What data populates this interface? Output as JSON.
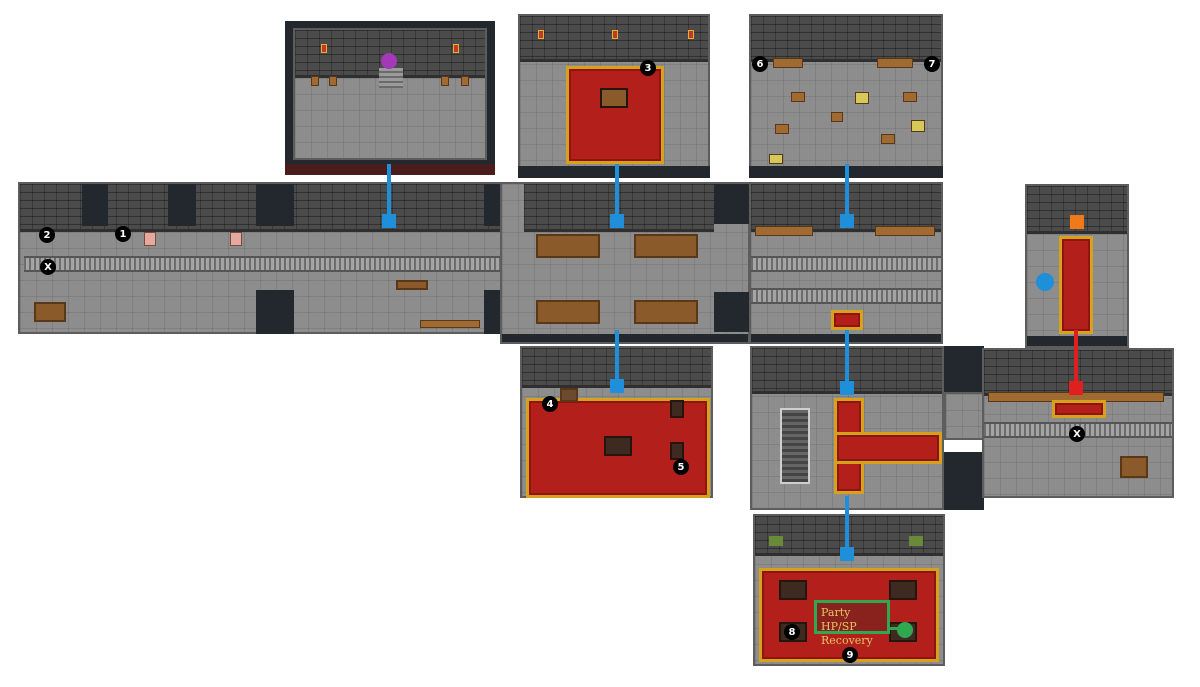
{
  "map": {
    "markers": [
      {
        "id": "m1",
        "label": "1"
      },
      {
        "id": "m2",
        "label": "2"
      },
      {
        "id": "m3",
        "label": "3"
      },
      {
        "id": "m4",
        "label": "4"
      },
      {
        "id": "m5",
        "label": "5"
      },
      {
        "id": "m6",
        "label": "6"
      },
      {
        "id": "m7",
        "label": "7"
      },
      {
        "id": "m8",
        "label": "8"
      },
      {
        "id": "m9",
        "label": "9"
      },
      {
        "id": "x1",
        "label": "X"
      },
      {
        "id": "x2",
        "label": "X"
      }
    ],
    "recovery_label_line1": "Party HP/SP",
    "recovery_label_line2": "Recovery",
    "colors": {
      "connector_blue": "#1e8fd8",
      "connector_red": "#e02020",
      "warp_purple": "#a23ab8",
      "exit_orange": "#f07a1a",
      "recovery_green": "#2fa84f",
      "carpet_red": "#b3201c",
      "carpet_trim": "#d6a21d"
    },
    "icons": [
      "warp-portal-icon",
      "recovery-point-icon",
      "start-point-icon",
      "exit-marker-icon"
    ]
  }
}
